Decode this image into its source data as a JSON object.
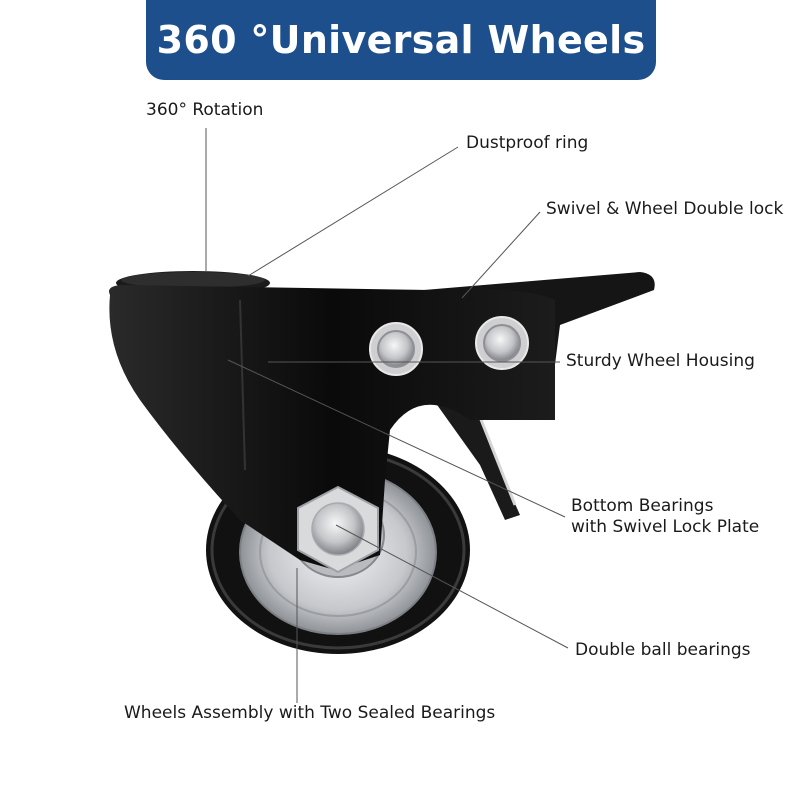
{
  "title": "360 °Universal Wheels",
  "colors": {
    "banner": "#1d4f8c",
    "caster_body": "#0d0d0d",
    "tire": "#111111",
    "rim": "#c9cbce",
    "leader_line": "#555555"
  },
  "callouts": {
    "rotation": "360° Rotation",
    "dustproof": "Dustproof ring",
    "double_lock": "Swivel & Wheel Double lock",
    "housing": "Sturdy Wheel Housing",
    "bottom_bearings_1": "Bottom Bearings",
    "bottom_bearings_2": "with Swivel Lock Plate",
    "ball_bearings": "Double ball bearings",
    "wheels_assembly": "Wheels Assembly with Two Sealed Bearings"
  }
}
